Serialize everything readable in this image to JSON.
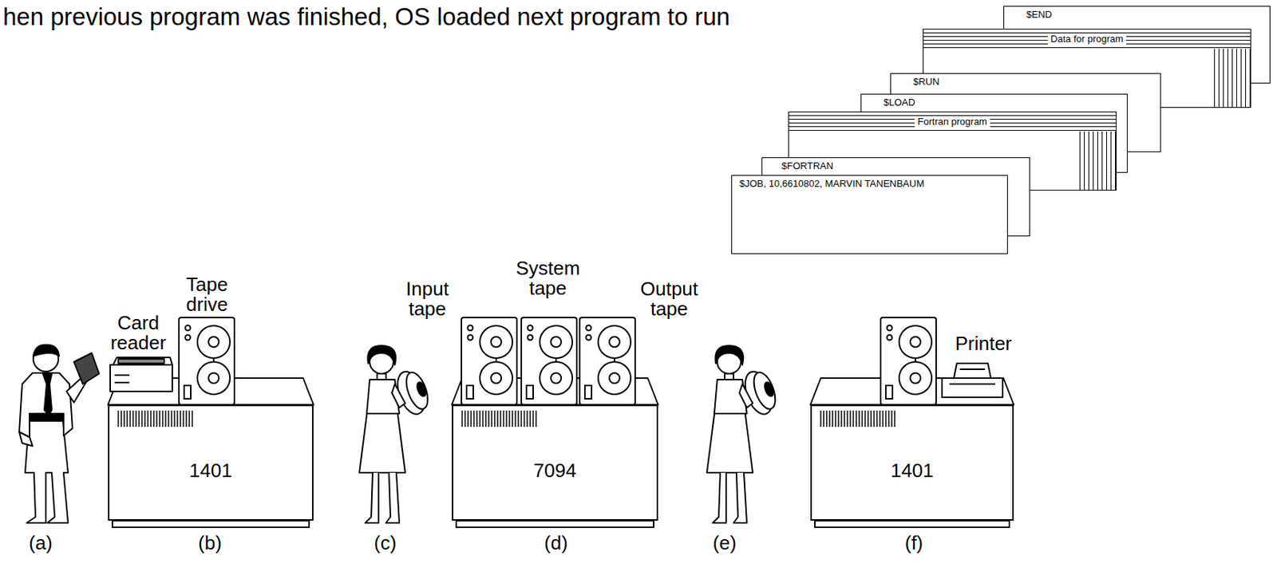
{
  "diagram": {
    "nodes": [
      {
        "text": [
          "$JOB, 10,6610802, MARVIN TANENBAUM"
        ]
      },
      {
        "text": [
          "$FORTRAN"
        ]
      },
      {
        "text": [
          "Fortran program"
        ]
      },
      {
        "text": [
          "$LOAD"
        ]
      },
      {
        "text": [
          "$RUN"
        ]
      },
      {
        "text": [
          "Data for program"
        ]
      },
      {
        "text": [
          "$END"
        ]
      },
      {
        "text": [
          "1401"
        ]
      },
      {
        "text": [
          "7094"
        ]
      },
      {
        "text": [
          "1401"
        ]
      }
    ],
    "edges": [],
    "labels": [
      "hen previous program was finished, OS loaded next program to run",
      "Card reader",
      "Tape drive",
      "Input tape",
      "System tape",
      "Output tape",
      "Printer",
      "(a)",
      "(b)",
      "(c)",
      "(d)",
      "(e)",
      "(f)"
    ]
  }
}
